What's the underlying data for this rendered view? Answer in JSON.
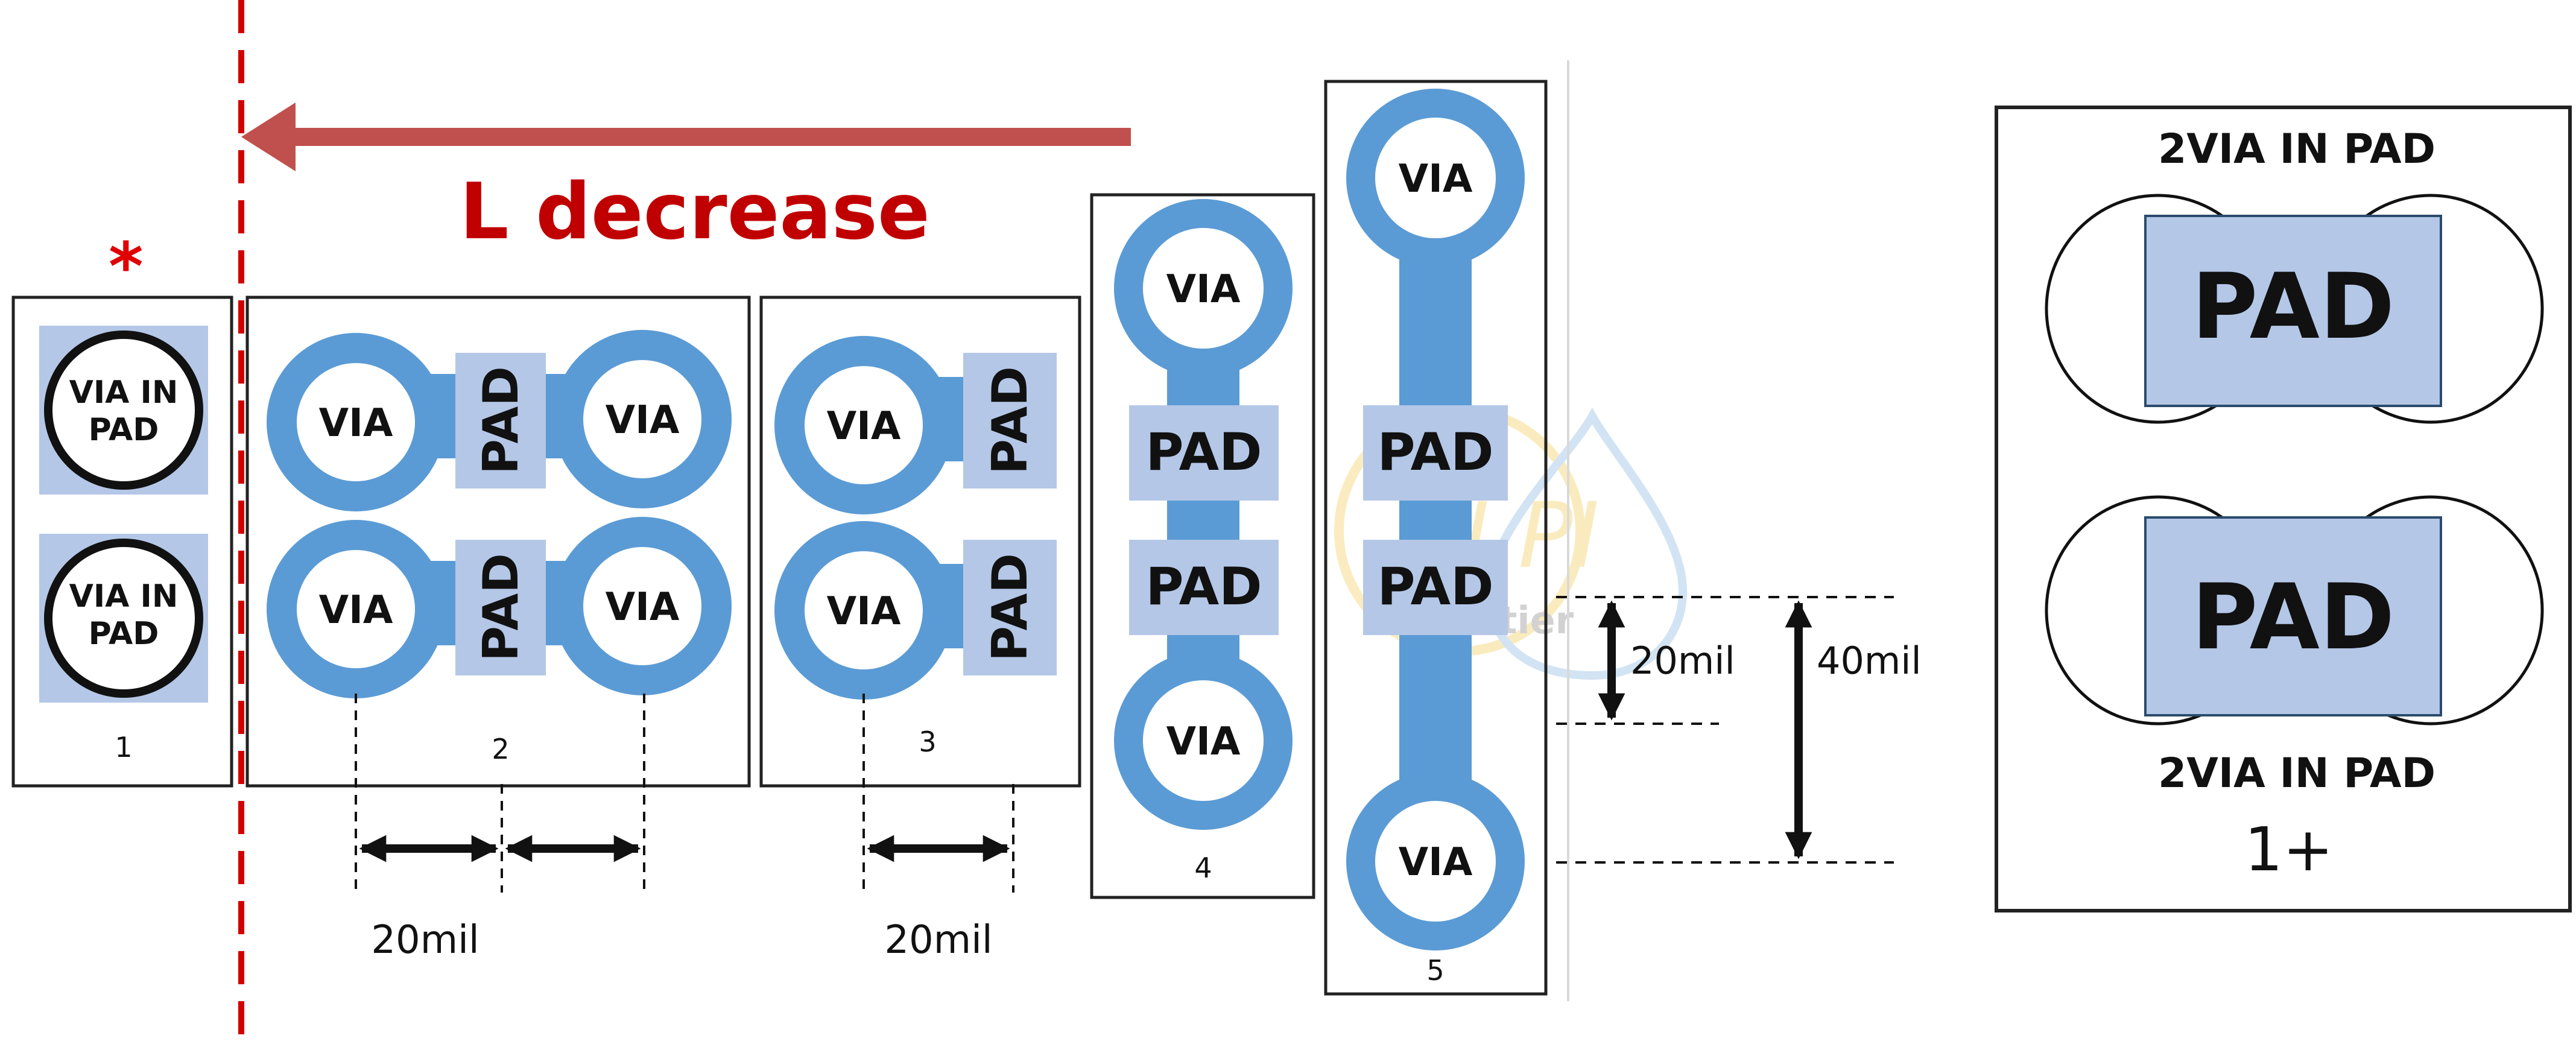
{
  "colors": {
    "via_ring": "#5b9bd5",
    "pad_fill": "#b4c7e7",
    "arrow_red": "#c0504d",
    "title_red": "#c00000",
    "dashed_red": "#d00000",
    "text": "#111111"
  },
  "header": {
    "title": "L decrease",
    "star": "*"
  },
  "labels": {
    "via": "VIA",
    "pad": "PAD",
    "via_in_pad_line1": "VIA IN",
    "via_in_pad_line2": "PAD"
  },
  "variants": [
    {
      "number": "1"
    },
    {
      "number": "2"
    },
    {
      "number": "3"
    },
    {
      "number": "4"
    },
    {
      "number": "5"
    }
  ],
  "dimensions": {
    "spacing_2": "20mil",
    "spacing_3": "20mil",
    "vertical_short": "20mil",
    "vertical_long": "40mil"
  },
  "legend": {
    "top_label": "2VIA IN PAD",
    "bottom_label": "2VIA IN PAD",
    "pad": "PAD",
    "number": "1+"
  },
  "watermark": {
    "text_main": "SI PI",
    "text_sub": "Frontier"
  }
}
